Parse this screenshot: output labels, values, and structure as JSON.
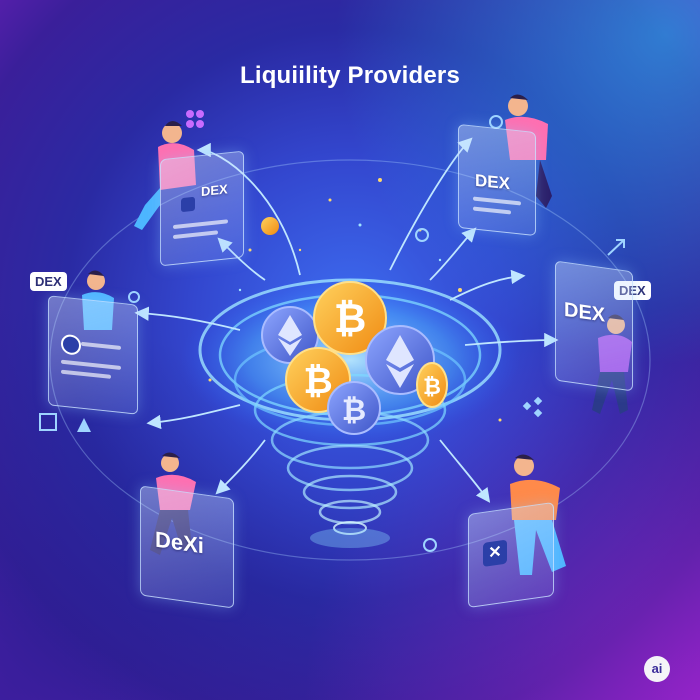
{
  "title": "Liquiility Providers",
  "panels": {
    "top_left": "DEX",
    "top_right": "DEX",
    "mid_left_tag": "DEX",
    "mid_right": "DEX",
    "mid_right_tag": "DEX",
    "bottom_left": "DeXi"
  },
  "logo": "ai",
  "colors": {
    "background_center": "#3d6cf0",
    "background_edge": "#3a1f9a",
    "coin_gold": "#f7a325",
    "coin_blue": "#5a7be0",
    "vortex": "#7fd8ff"
  },
  "icons": [
    "bitcoin-coin-icon",
    "ethereum-coin-icon",
    "arrow-icon",
    "person-illustration"
  ]
}
